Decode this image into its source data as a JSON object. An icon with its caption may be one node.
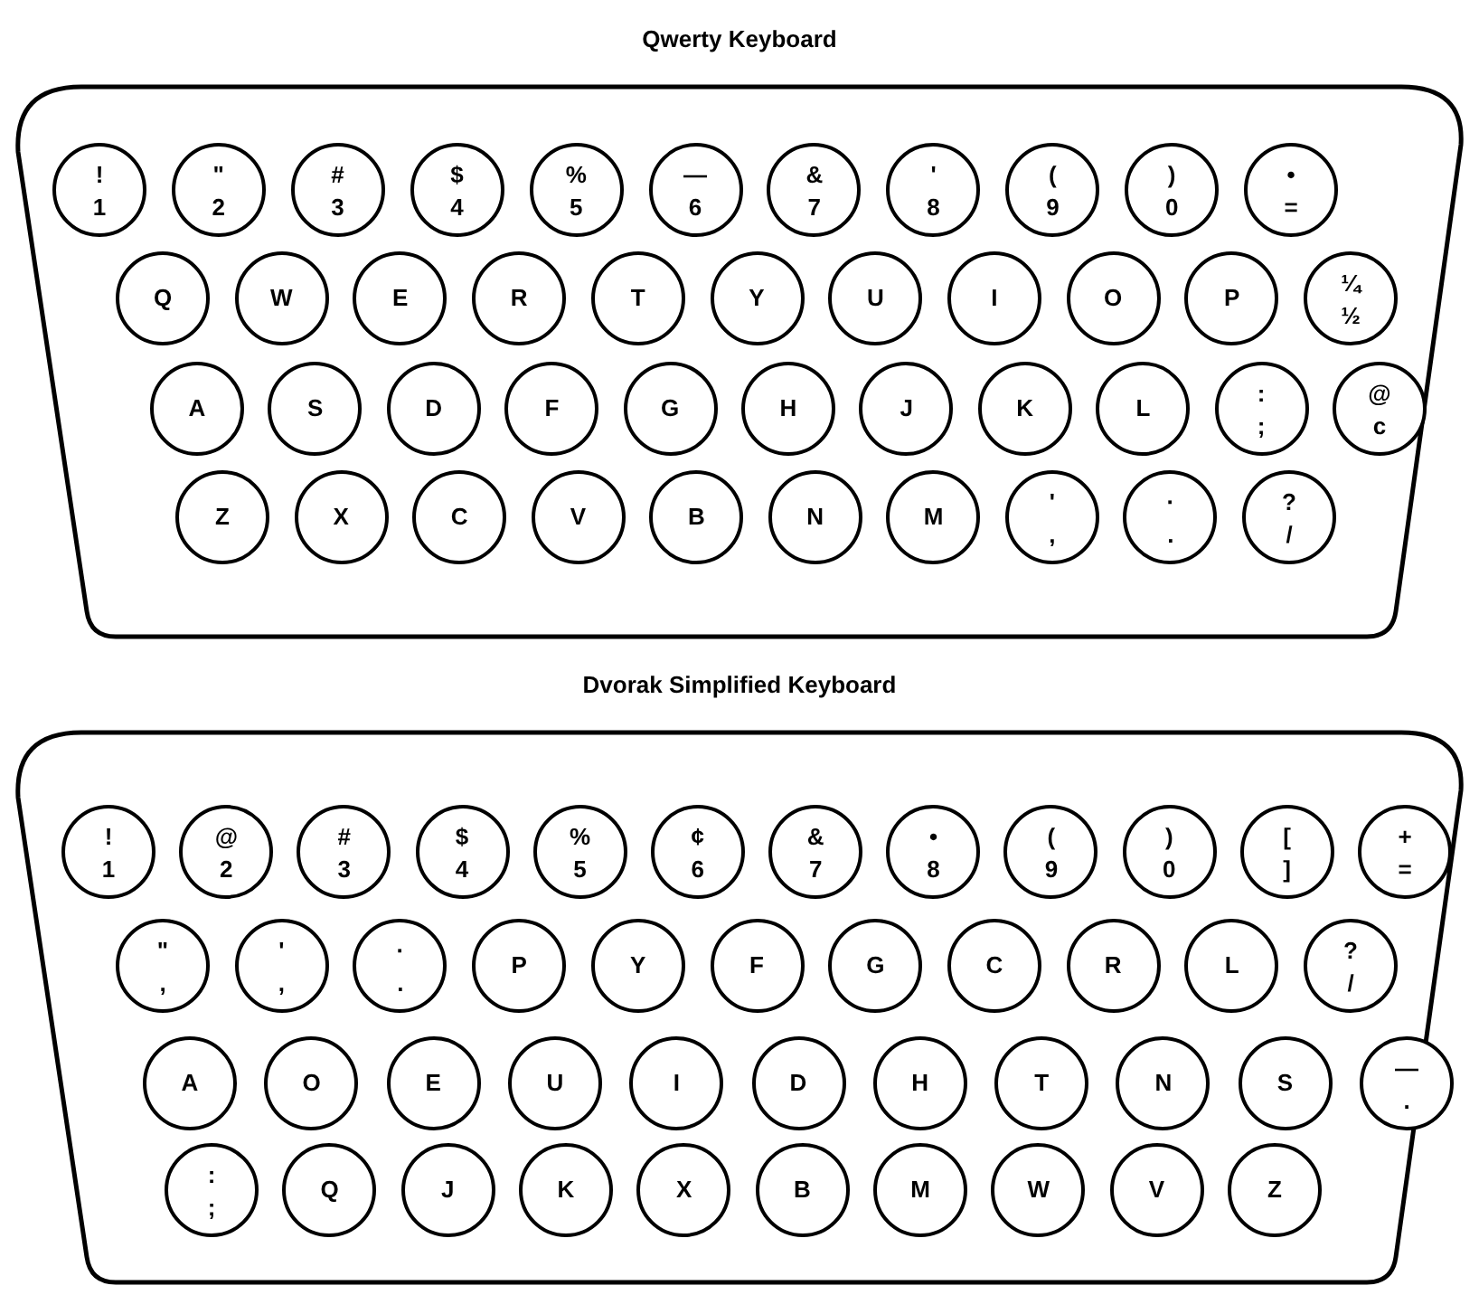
{
  "diagram": {
    "nodes": [
      {
        "text": [
          "Qwerty Keyboard"
        ]
      },
      {
        "text": [
          "!",
          "1"
        ],
        "in": 0
      },
      {
        "text": [
          "\"",
          "2"
        ],
        "in": 0
      },
      {
        "text": [
          "#",
          "3"
        ],
        "in": 0
      },
      {
        "text": [
          "$",
          "4"
        ],
        "in": 0
      },
      {
        "text": [
          "%",
          "5"
        ],
        "in": 0
      },
      {
        "text": [
          "—",
          "6"
        ],
        "in": 0
      },
      {
        "text": [
          "&",
          "7"
        ],
        "in": 0
      },
      {
        "text": [
          "'",
          "8"
        ],
        "in": 0
      },
      {
        "text": [
          "(",
          "9"
        ],
        "in": 0
      },
      {
        "text": [
          ")",
          "0"
        ],
        "in": 0
      },
      {
        "text": [
          "•",
          "="
        ],
        "in": 0
      },
      {
        "text": [
          "Q"
        ],
        "in": 0
      },
      {
        "text": [
          "W"
        ],
        "in": 0
      },
      {
        "text": [
          "E"
        ],
        "in": 0
      },
      {
        "text": [
          "R"
        ],
        "in": 0
      },
      {
        "text": [
          "T"
        ],
        "in": 0
      },
      {
        "text": [
          "Y"
        ],
        "in": 0
      },
      {
        "text": [
          "U"
        ],
        "in": 0
      },
      {
        "text": [
          "I"
        ],
        "in": 0
      },
      {
        "text": [
          "O"
        ],
        "in": 0
      },
      {
        "text": [
          "P"
        ],
        "in": 0
      },
      {
        "text": [
          "¼",
          "½"
        ],
        "in": 0
      },
      {
        "text": [
          "A"
        ],
        "in": 0
      },
      {
        "text": [
          "S"
        ],
        "in": 0
      },
      {
        "text": [
          "D"
        ],
        "in": 0
      },
      {
        "text": [
          "F"
        ],
        "in": 0
      },
      {
        "text": [
          "G"
        ],
        "in": 0
      },
      {
        "text": [
          "H"
        ],
        "in": 0
      },
      {
        "text": [
          "J"
        ],
        "in": 0
      },
      {
        "text": [
          "K"
        ],
        "in": 0
      },
      {
        "text": [
          "L"
        ],
        "in": 0
      },
      {
        "text": [
          ":",
          ";"
        ],
        "in": 0
      },
      {
        "text": [
          "@",
          "c"
        ],
        "in": 0
      },
      {
        "text": [
          "Z"
        ],
        "in": 0
      },
      {
        "text": [
          "X"
        ],
        "in": 0
      },
      {
        "text": [
          "C"
        ],
        "in": 0
      },
      {
        "text": [
          "V"
        ],
        "in": 0
      },
      {
        "text": [
          "B"
        ],
        "in": 0
      },
      {
        "text": [
          "N"
        ],
        "in": 0
      },
      {
        "text": [
          "M"
        ],
        "in": 0
      },
      {
        "text": [
          "'",
          ","
        ],
        "in": 0
      },
      {
        "text": [
          "·",
          "."
        ],
        "in": 0
      },
      {
        "text": [
          "?",
          "/"
        ],
        "in": 0
      },
      {
        "text": [
          "Dvorak Simplified Keyboard"
        ]
      },
      {
        "text": [
          "!",
          "1"
        ],
        "in": 44
      },
      {
        "text": [
          "@",
          "2"
        ],
        "in": 44
      },
      {
        "text": [
          "#",
          "3"
        ],
        "in": 44
      },
      {
        "text": [
          "$",
          "4"
        ],
        "in": 44
      },
      {
        "text": [
          "%",
          "5"
        ],
        "in": 44
      },
      {
        "text": [
          "¢",
          "6"
        ],
        "in": 44
      },
      {
        "text": [
          "&",
          "7"
        ],
        "in": 44
      },
      {
        "text": [
          "•",
          "8"
        ],
        "in": 44
      },
      {
        "text": [
          "(",
          "9"
        ],
        "in": 44
      },
      {
        "text": [
          ")",
          "0"
        ],
        "in": 44
      },
      {
        "text": [
          "[",
          "]"
        ],
        "in": 44
      },
      {
        "text": [
          "+",
          "="
        ],
        "in": 44
      },
      {
        "text": [
          "\"",
          ","
        ],
        "in": 44
      },
      {
        "text": [
          "'",
          ","
        ],
        "in": 44
      },
      {
        "text": [
          "·",
          "."
        ],
        "in": 44
      },
      {
        "text": [
          "P"
        ],
        "in": 44
      },
      {
        "text": [
          "Y"
        ],
        "in": 44
      },
      {
        "text": [
          "F"
        ],
        "in": 44
      },
      {
        "text": [
          "G"
        ],
        "in": 44
      },
      {
        "text": [
          "C"
        ],
        "in": 44
      },
      {
        "text": [
          "R"
        ],
        "in": 44
      },
      {
        "text": [
          "L"
        ],
        "in": 44
      },
      {
        "text": [
          "?",
          "/"
        ],
        "in": 44
      },
      {
        "text": [
          "A"
        ],
        "in": 44
      },
      {
        "text": [
          "O"
        ],
        "in": 44
      },
      {
        "text": [
          "E"
        ],
        "in": 44
      },
      {
        "text": [
          "U"
        ],
        "in": 44
      },
      {
        "text": [
          "I"
        ],
        "in": 44
      },
      {
        "text": [
          "D"
        ],
        "in": 44
      },
      {
        "text": [
          "H"
        ],
        "in": 44
      },
      {
        "text": [
          "T"
        ],
        "in": 44
      },
      {
        "text": [
          "N"
        ],
        "in": 44
      },
      {
        "text": [
          "S"
        ],
        "in": 44
      },
      {
        "text": [
          "—",
          "."
        ],
        "in": 44
      },
      {
        "text": [
          ":",
          ";"
        ],
        "in": 44
      },
      {
        "text": [
          "Q"
        ],
        "in": 44
      },
      {
        "text": [
          "J"
        ],
        "in": 44
      },
      {
        "text": [
          "K"
        ],
        "in": 44
      },
      {
        "text": [
          "X"
        ],
        "in": 44
      },
      {
        "text": [
          "B"
        ],
        "in": 44
      },
      {
        "text": [
          "M"
        ],
        "in": 44
      },
      {
        "text": [
          "W"
        ],
        "in": 44
      },
      {
        "text": [
          "V"
        ],
        "in": 44
      },
      {
        "text": [
          "Z"
        ],
        "in": 44
      }
    ]
  }
}
